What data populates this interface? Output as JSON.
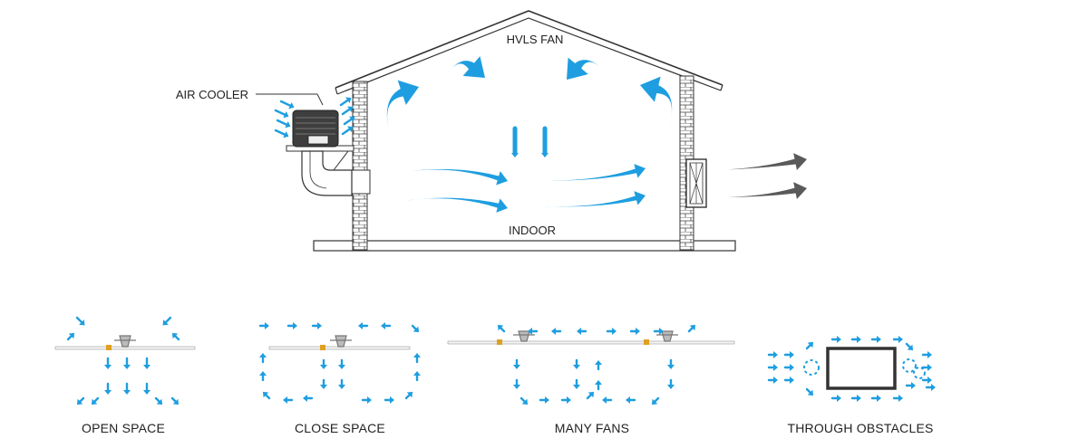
{
  "main_diagram": {
    "fan_label": "HVLS FAN",
    "cooler_label": "AIR COOLER",
    "indoor_label": "INDOOR"
  },
  "panels": [
    {
      "label": "OPEN SPACE"
    },
    {
      "label": "CLOSE SPACE"
    },
    {
      "label": "MANY FANS"
    },
    {
      "label": "THROUGH OBSTACLES"
    }
  ],
  "colors": {
    "airflow": "#1e9ee0",
    "exhaust": "#5a5a5a",
    "outline": "#333333",
    "brick": "#444444"
  }
}
